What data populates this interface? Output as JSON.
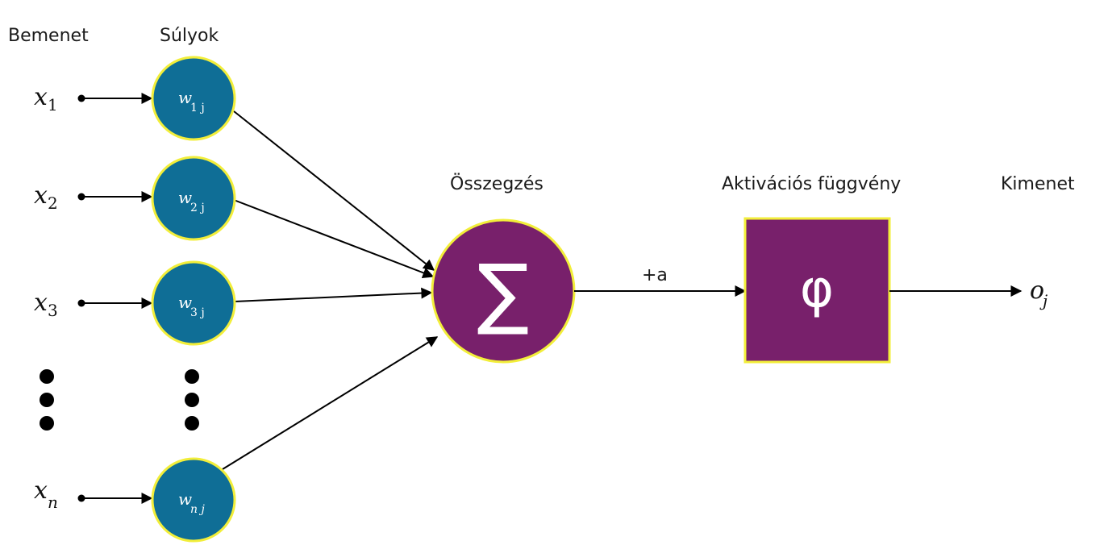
{
  "labels": {
    "input_header": "Bemenet",
    "weights_header": "Súlyok",
    "sum_header": "Összegzés",
    "activation_header": "Aktivációs függvény",
    "output_header": "Kimenet",
    "bias": "+a"
  },
  "inputs": [
    {
      "var": "x",
      "sub": "1",
      "weight_var": "w",
      "weight_sub": "1 j"
    },
    {
      "var": "x",
      "sub": "2",
      "weight_var": "w",
      "weight_sub": "2 j"
    },
    {
      "var": "x",
      "sub": "3",
      "weight_var": "w",
      "weight_sub": "3 j"
    },
    {
      "var": "x",
      "sub": "n",
      "weight_var": "w",
      "weight_sub": "n j"
    }
  ],
  "sum_symbol": "∑",
  "activation_symbol": "φ",
  "output": {
    "var": "o",
    "sub": "j"
  },
  "colors": {
    "weight_fill": "#0f6e96",
    "node_border": "#f2ee3a",
    "purple": "#78206b"
  }
}
